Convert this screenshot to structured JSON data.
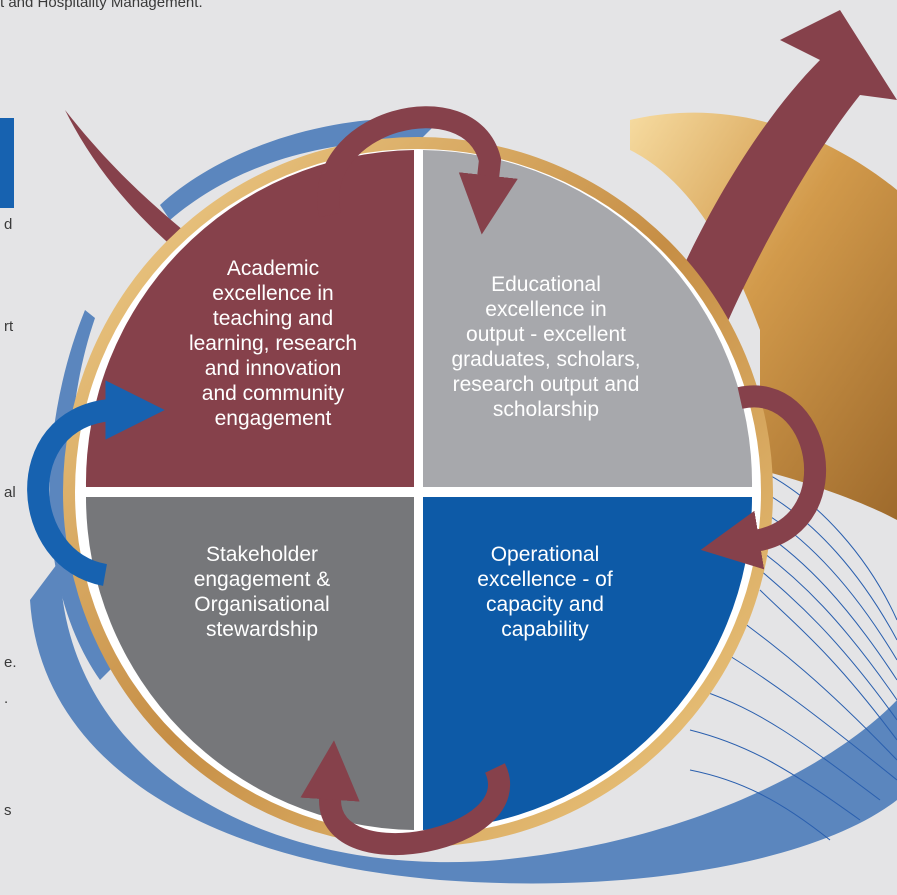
{
  "page": {
    "top_text": "t and Hospitality Management.",
    "left_fragments": [
      "d",
      "rt",
      "al",
      "e.",
      ".",
      "s"
    ]
  },
  "diagram": {
    "quadrants": [
      {
        "id": "academic",
        "label": "Academic excellence in teaching and learning, research and innovation and community engagement",
        "lines": [
          "Academic",
          "excellence in",
          "teaching and",
          "learning, research",
          "and innovation",
          "and community",
          "engagement"
        ],
        "color": "#86414b"
      },
      {
        "id": "educational",
        "label": "Educational excellence in output - excellent graduates, scholars, research output and scholarship",
        "lines": [
          "Educational",
          "excellence in",
          "output - excellent",
          "graduates, scholars,",
          "research output and",
          "scholarship"
        ],
        "color": "#a7a8ac"
      },
      {
        "id": "stakeholder",
        "label": "Stakeholder engagement & Organisational stewardship",
        "lines": [
          "Stakeholder",
          "engagement &",
          "Organisational",
          "stewardship"
        ],
        "color": "#76777a"
      },
      {
        "id": "operational",
        "label": "Operational excellence - of capacity and capability",
        "lines": [
          "Operational",
          "excellence - of",
          "capacity and",
          "capability"
        ],
        "color": "#0d5aa7"
      }
    ],
    "colors": {
      "maroon": "#86414b",
      "blue": "#1762b0",
      "swirl_blue": "#5b86be",
      "gold": "#d6a85a",
      "background": "#e4e4e6"
    }
  }
}
